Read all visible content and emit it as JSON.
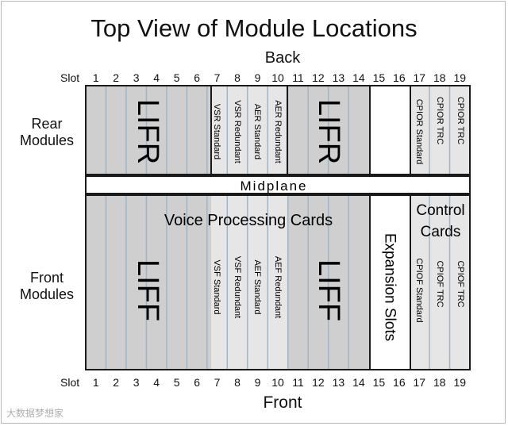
{
  "title": "Top View of Module Locations",
  "back_label": "Back",
  "front_label": "Front",
  "slot_label": "Slot",
  "slots": [
    "1",
    "2",
    "3",
    "4",
    "5",
    "6",
    "7",
    "8",
    "9",
    "10",
    "11",
    "12",
    "13",
    "14",
    "15",
    "16",
    "17",
    "18",
    "19"
  ],
  "rear_label": [
    "Rear",
    "Modules"
  ],
  "front_modules_label": [
    "Front",
    "Modules"
  ],
  "midplane": "Midplane",
  "rear": {
    "lifr_left": "LIFR",
    "lifr_right": "LIFR",
    "vsr_standard": "VSR Standard",
    "vsr_redundant": "VSR Redundant",
    "aer_standard": "AER Standard",
    "aer_redundant": "AER Redundant",
    "cpior_standard": "CPIOR Standard",
    "cpior_trc_18": "CPIOR TRC",
    "cpior_trc_19": "CPIOR TRC"
  },
  "front": {
    "voice_processing": "Voice Processing Cards",
    "lifF_left": "LIFF",
    "lifF_right": "LIFF",
    "vsf_standard": "VSF Standard",
    "vsf_redundant": "VSF Redundant",
    "aef_standard": "AEF Standard",
    "aef_redundant": "AEF Redundant",
    "expansion_slots": "Expansion Slots",
    "control_cards": [
      "Control",
      "Cards"
    ],
    "cpiof_standard": "CPIOF Standard",
    "cpiof_trc_18": "CPIOF TRC",
    "cpiof_trc_19": "CPIOF TRC"
  },
  "watermark": "大数据梦想家",
  "colors": {
    "lif_fill": "#cfcfcf",
    "card_fill": "#e6e6e6",
    "slot_line": "#9fb6c9",
    "border": "#1a1a1a"
  }
}
